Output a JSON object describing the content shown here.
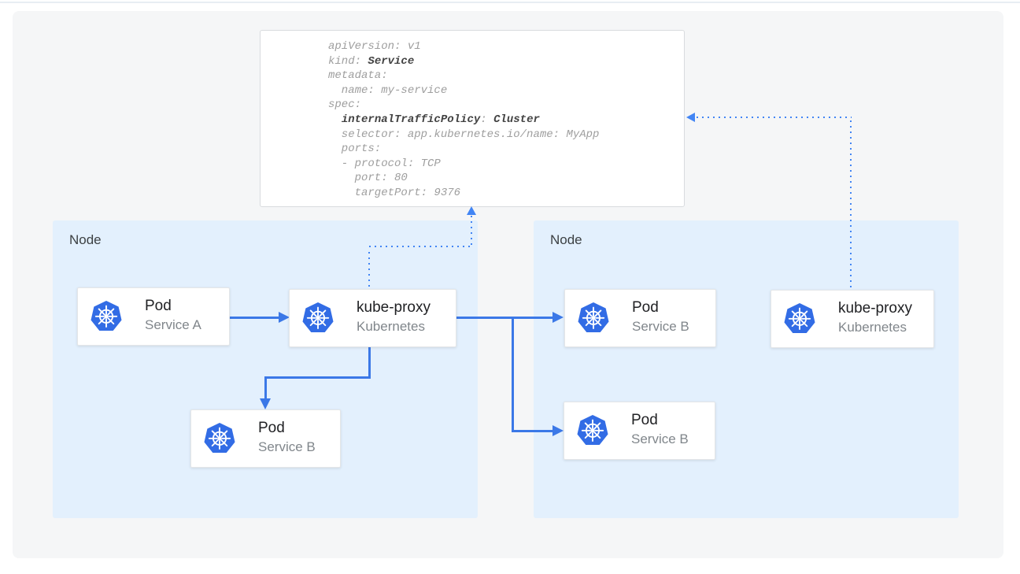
{
  "colors": {
    "solid_arrow": "#3b78e7",
    "dotted_arrow": "#4285f4",
    "node_bg": "#e3f0fd",
    "panel_bg": "#f5f6f7",
    "kubernetes_blue": "#326ce5",
    "code_normal": "#9e9e9e",
    "code_bold": "#424242",
    "card_title": "#202124",
    "card_subtitle": "#80868b"
  },
  "yaml_box": {
    "lines": [
      [
        {
          "t": "apiVersion: v1"
        }
      ],
      [
        {
          "t": "kind: "
        },
        {
          "t": "Service",
          "b": true
        }
      ],
      [
        {
          "t": "metadata:"
        }
      ],
      [
        {
          "t": "  name: my-service"
        }
      ],
      [
        {
          "t": "spec:"
        }
      ],
      [
        {
          "t": "  "
        },
        {
          "t": "internalTrafficPolicy",
          "b": true
        },
        {
          "t": ": "
        },
        {
          "t": "Cluster",
          "b": true
        }
      ],
      [
        {
          "t": "  selector: app.kubernetes.io/name: MyApp"
        }
      ],
      [
        {
          "t": "  ports:"
        }
      ],
      [
        {
          "t": "  - protocol: TCP"
        }
      ],
      [
        {
          "t": "    port: 80"
        }
      ],
      [
        {
          "t": "    targetPort: 9376"
        }
      ]
    ]
  },
  "nodes": [
    {
      "label": "Node"
    },
    {
      "label": "Node"
    }
  ],
  "cards": [
    {
      "title": "Pod",
      "subtitle": "Service A",
      "icon": "kubernetes-logo"
    },
    {
      "title": "kube-proxy",
      "subtitle": "Kubernetes",
      "icon": "kubernetes-logo"
    },
    {
      "title": "Pod",
      "subtitle": "Service B",
      "icon": "kubernetes-logo"
    },
    {
      "title": "Pod",
      "subtitle": "Service B",
      "icon": "kubernetes-logo"
    },
    {
      "title": "Pod",
      "subtitle": "Service B",
      "icon": "kubernetes-logo"
    },
    {
      "title": "kube-proxy",
      "subtitle": "Kubernetes",
      "icon": "kubernetes-logo"
    }
  ]
}
